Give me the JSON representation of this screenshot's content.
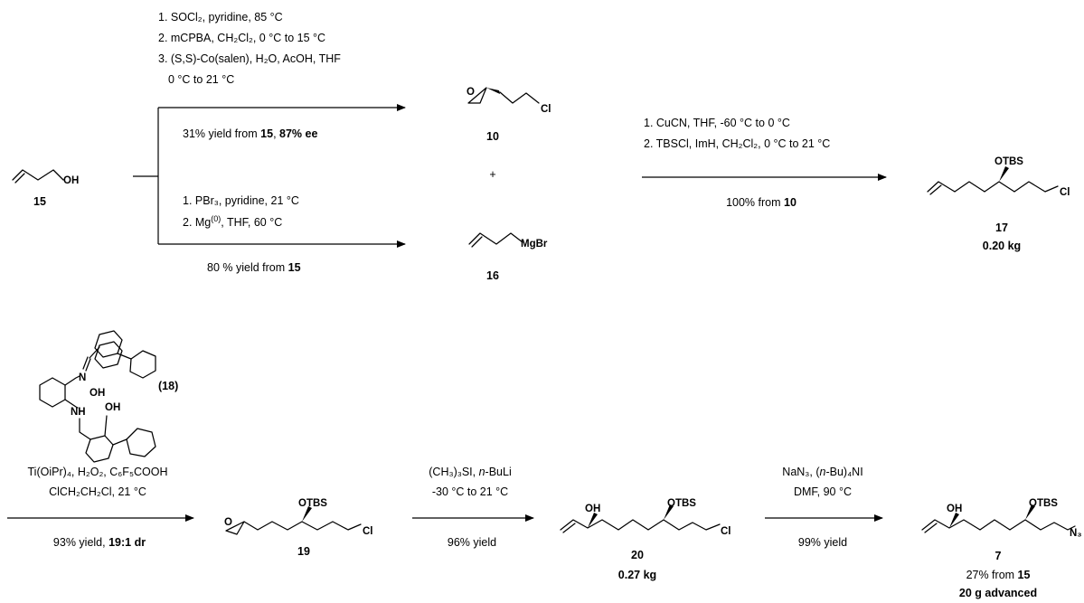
{
  "step1": {
    "line1": "1. SOCl₂, pyridine, 85 °C",
    "line2": "2. mCPBA, CH₂Cl₂, 0 °C to 15 °C",
    "line3": "3. (S,S)-Co(salen), H₂O, AcOH, THF",
    "line4": "0 °C to 21 °C",
    "yield_pre": "31% yield from ",
    "yield_ref": "15",
    "yield_mid": ", ",
    "yield_ee": "87% ee"
  },
  "step2": {
    "line1": "1. PBr₃, pyridine, 21 °C",
    "line2_pre": "2. Mg",
    "line2_sup": "(0)",
    "line2_post": ", THF, 60 °C",
    "yield_pre": "80 % yield from ",
    "yield_ref": "15"
  },
  "step3": {
    "line1": "1. CuCN, THF, -60 °C to 0 °C",
    "line2": "2. TBSCl, ImH, CH₂Cl₂, 0 °C to 21 °C",
    "yield_pre": "100% from ",
    "yield_ref": "10"
  },
  "step4": {
    "catalyst_label": "(18)",
    "line1": "Ti(OiPr)₄, H₂O₂, C₆F₅COOH",
    "line2": "ClCH₂CH₂Cl, 21 °C",
    "yield_pre": "93% yield, ",
    "yield_dr": "19:1 dr"
  },
  "step5": {
    "line1_pre": "(CH₃)₃SI, ",
    "line1_it": "n",
    "line1_post": "-BuLi",
    "line2": "-30 °C to 21 °C",
    "yield": "96% yield"
  },
  "step6": {
    "line1_pre": "NaN₃, (",
    "line1_it": "n",
    "line1_post": "-Bu)₄NI",
    "line2": "DMF, 90 °C",
    "yield": "99% yield"
  },
  "compounds": {
    "c15": {
      "label": "15",
      "atom": "OH"
    },
    "c10": {
      "label": "10",
      "atom_o": "O",
      "atom_cl": "Cl"
    },
    "plus": "+",
    "c16": {
      "label": "16",
      "atom": "MgBr"
    },
    "c17": {
      "label": "17",
      "amount": "0.20 kg",
      "otbs": "OTBS",
      "cl": "Cl"
    },
    "c19": {
      "label": "19",
      "o": "O",
      "otbs": "OTBS",
      "cl": "Cl"
    },
    "c20": {
      "label": "20",
      "amount": "0.27 kg",
      "oh": "OH",
      "otbs": "OTBS",
      "cl": "Cl"
    },
    "c7": {
      "label": "7",
      "from_pre": "27% from ",
      "from_ref": "15",
      "advanced": "20 g advanced",
      "oh": "OH",
      "otbs": "OTBS",
      "n3": "N₃"
    },
    "c18": {
      "n1": "N",
      "oh1": "OH",
      "nh": "NH",
      "oh2": "OH"
    }
  }
}
